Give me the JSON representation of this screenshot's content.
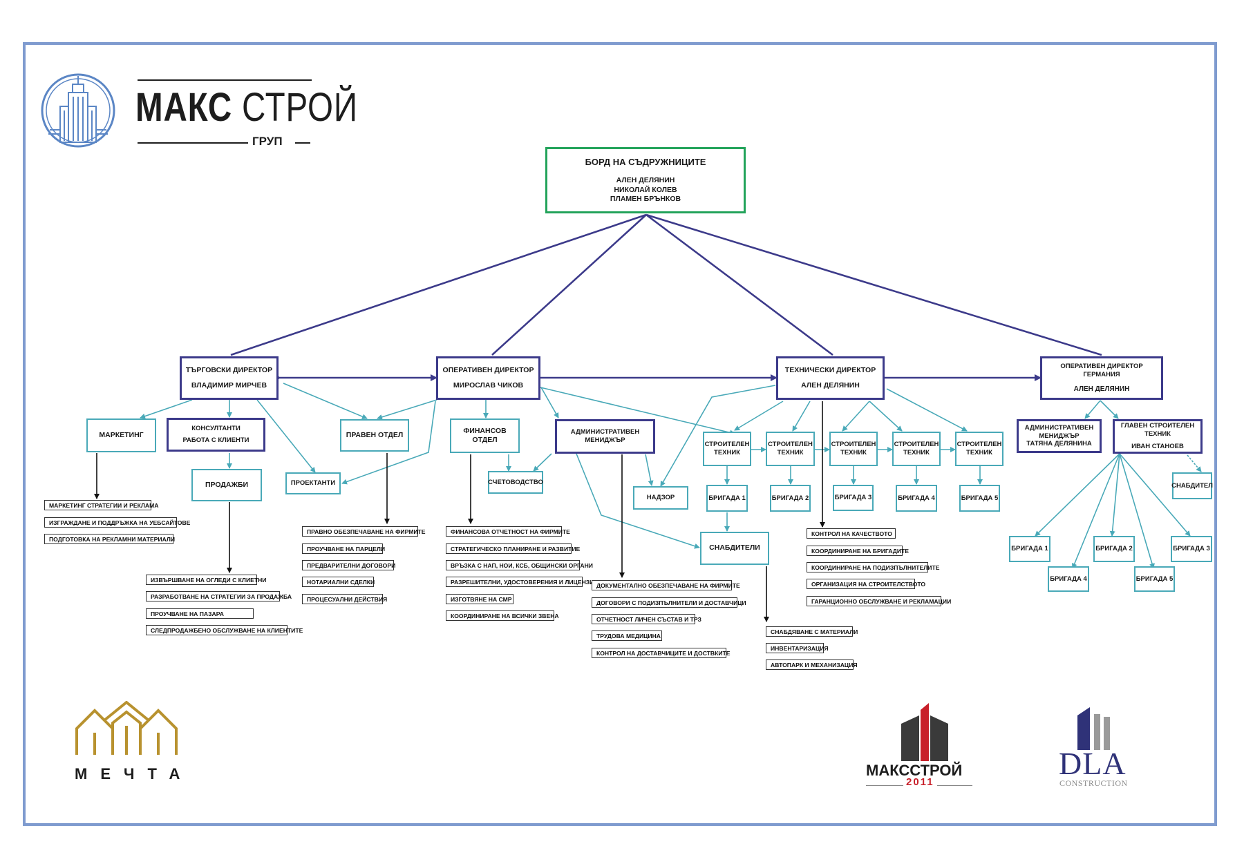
{
  "header_logo": {
    "name_bold": "МАКС",
    "name_light": "СТРОЙ",
    "sub": "ГРУП"
  },
  "board": {
    "title": "БОРД НА СЪДРУЖНИЦИТЕ",
    "members": [
      "АЛЕН ДЕЛЯНИН",
      "НИКОЛАЙ КОЛЕВ",
      "ПЛАМЕН БРЪНКОВ"
    ]
  },
  "directors": {
    "commercial": {
      "role": "ТЪРГОВСКИ ДИРЕКТОР",
      "name": "ВЛАДИМИР МИРЧЕВ"
    },
    "operational": {
      "role": "ОПЕРАТИВЕН ДИРЕКТОР",
      "name": "МИРОСЛАВ ЧИКОВ"
    },
    "technical": {
      "role": "ТЕХНИЧЕСКИ ДИРЕКТОР",
      "name": "АЛЕН ДЕЛЯНИН"
    },
    "germany": {
      "role": "ОПЕРАТИВЕН ДИРЕКТОР ГЕРМАНИЯ",
      "name": "АЛЕН ДЕЛЯНИН"
    }
  },
  "departments": {
    "marketing": "МАРКЕТИНГ",
    "consultants": [
      "КОНСУЛТАНТИ",
      "РАБОТА С КЛИЕНТИ"
    ],
    "sales": "ПРОДАЖБИ",
    "designers": "ПРОЕКТАНТИ",
    "legal": "ПРАВЕН ОТДЕЛ",
    "finance": "ФИНАНСОВ ОТДЕЛ",
    "accounting": "СЧЕТОВОДСТВО",
    "admin_manager": "АДМИНИСТРАТИВЕН МЕНИДЖЪР",
    "supervision": "НАДЗОР",
    "tech_label": [
      "СТРОИТЕЛЕН",
      "ТЕХНИК"
    ],
    "brigades": [
      "БРИГАДА 1",
      "БРИГАДА 2",
      "БРИГАДА 3",
      "БРИГАДА 4",
      "БРИГАДА 5"
    ],
    "suppliers": "СНАБДИТЕЛИ",
    "de_admin": [
      "АДМИНИСТРАТИВЕН",
      "МЕНИДЖЪР",
      "ТАТЯНА ДЕЛЯНИНА"
    ],
    "de_chief": [
      "ГЛАВЕН СТРОИТЕЛЕН ТЕХНИК",
      "ИВАН СТАНОЕВ"
    ],
    "de_supplier": "СНАБДИТЕЛ"
  },
  "lists": {
    "marketing": [
      "МАРКЕТИНГ СТРАТЕГИИ И РЕКЛАМА",
      "ИЗГРАЖДАНЕ И ПОДДРЪЖКА НА УЕБСАЙТОВЕ",
      "ПОДГОТОВКА НА РЕКЛАМНИ МАТЕРИАЛИ"
    ],
    "sales": [
      "ИЗВЪРШВАНЕ НА ОГЛЕДИ С КЛИЕТНИ",
      "РАЗРАБОТВАНЕ НА СТРАТЕГИИ ЗА ПРОДАЖБА",
      "ПРОУЧВАНЕ НА ПАЗАРА",
      "СЛЕДПРОДАЖБЕНО ОБСЛУЖВАНЕ НА КЛИЕНТИТЕ"
    ],
    "legal": [
      "ПРАВНО ОБЕЗПЕЧАВАНЕ НА ФИРМИТЕ",
      "ПРОУЧВАНЕ НА ПАРЦЕЛИ",
      "ПРЕДВАРИТЕЛНИ ДОГОВОРИ",
      "НОТАРИАЛНИ СДЕЛКИ",
      "ПРОЦЕСУАЛНИ ДЕЙСТВИЯ"
    ],
    "finance": [
      "ФИНАНСОВА ОТЧЕТНОСТ НА ФИРМИТЕ",
      "СТРАТЕГИЧЕСКО ПЛАНИРАНЕ И РАЗВИТИЕ",
      "ВРЪЗКА С НАП, НОИ, КСБ, ОБЩИНСКИ ОРГАНИ",
      "РАЗРЕШИТЕЛНИ, УДОСТОВЕРЕНИЯ И ЛИЦЕНЗИ",
      "ИЗГОТВЯНЕ НА СМР",
      "КООРДИНИРАНЕ НА ВСИЧКИ ЗВЕНА"
    ],
    "admin": [
      "ДОКУМЕНТАЛНО ОБЕЗПЕЧАВАНЕ НА ФИРМИТЕ",
      "ДОГОВОРИ С ПОДИЗПЪЛНИТЕЛИ И ДОСТАВЧИЦИ",
      "ОТЧЕТНОСТ ЛИЧЕН СЪСТАВ И ТРЗ",
      "ТРУДОВА МЕДИЦИНА",
      "КОНТРОЛ НА ДОСТАВЧИЦИТЕ И ДОСТВКИТЕ"
    ],
    "suppliers": [
      "СНАБДЯВАНЕ С МАТЕРИАЛИ",
      "ИНВЕНТАРИЗАЦИЯ",
      "АВТОПАРК И МЕХАНИЗАЦИЯ"
    ],
    "technical": [
      "КОНТРОЛ НА КАЧЕСТВОТО",
      "КООРДИНИРАНЕ НА БРИГАДИТЕ",
      "КООРДИНИРАНЕ НА ПОДИЗПЪЛНИТЕЛИТЕ",
      "ОРГАНИЗАЦИЯ НА СТРОИТЕЛСТВОТО",
      "ГАРАНЦИОННО ОБСЛУЖВАНЕ И РЕКЛАМАЦИИ"
    ]
  },
  "footer_logos": {
    "mechta": "МЕЧТА",
    "maxstroy_name": "МАКССТРОЙ",
    "maxstroy_year": "2011",
    "dla_name": "DLA",
    "dla_sub": "CONSTRUCTION"
  },
  "colors": {
    "navy": "#3c3a8a",
    "teal": "#49a9b8",
    "green": "#22a35a",
    "frame": "#7f9bcf",
    "gold": "#b8922f",
    "red": "#c8202a"
  }
}
